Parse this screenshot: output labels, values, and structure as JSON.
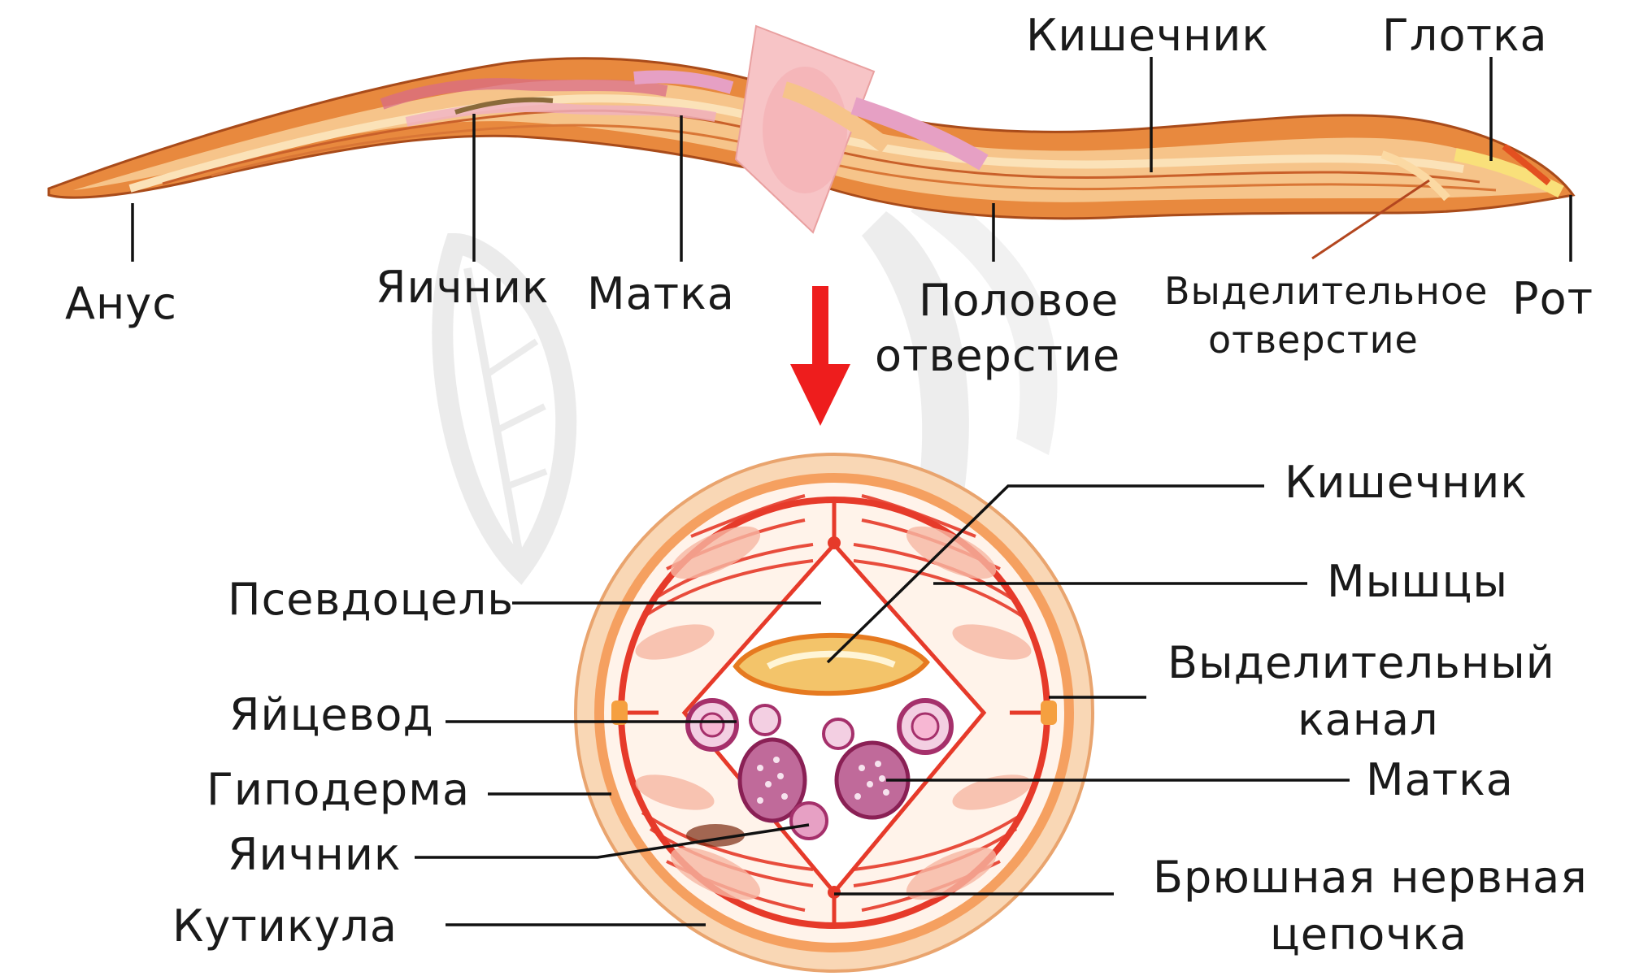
{
  "colors": {
    "body_outer": "#e8893e",
    "body_inner": "#f6c48a",
    "body_light": "#fbe2b8",
    "pink_cut": "#f7c4c6",
    "muscle_red": "#e63a2a",
    "cuticle": "#f9d7b5",
    "gut_yellow": "#f3c46a",
    "egg_purple": "#a5306b",
    "arrow_red": "#ee1d1d",
    "watermark": "#d8d8d8"
  },
  "top_labels": {
    "anus": "Анус",
    "ovary": "Яичник",
    "uterus": "Матка",
    "genital_line1": "Половое",
    "genital_line2": "отверстие",
    "intestine": "Кишечник",
    "pharynx": "Глотка",
    "excretory_line1": "Выделительное",
    "excretory_line2": "отверстие",
    "mouth": "Рот"
  },
  "cross_labels": {
    "intestine": "Кишечник",
    "pseudocoel": "Псевдоцель",
    "muscles": "Мышцы",
    "excretory_canal_line1": "Выделительный",
    "excretory_canal_line2": "канал",
    "oviduct": "Яйцевод",
    "hypodermis": "Гиподерма",
    "uterus": "Матка",
    "ovary": "Яичник",
    "nerve_cord_line1": "Брюшная нервная",
    "nerve_cord_line2": "цепочка",
    "cuticle": "Кутикула"
  }
}
